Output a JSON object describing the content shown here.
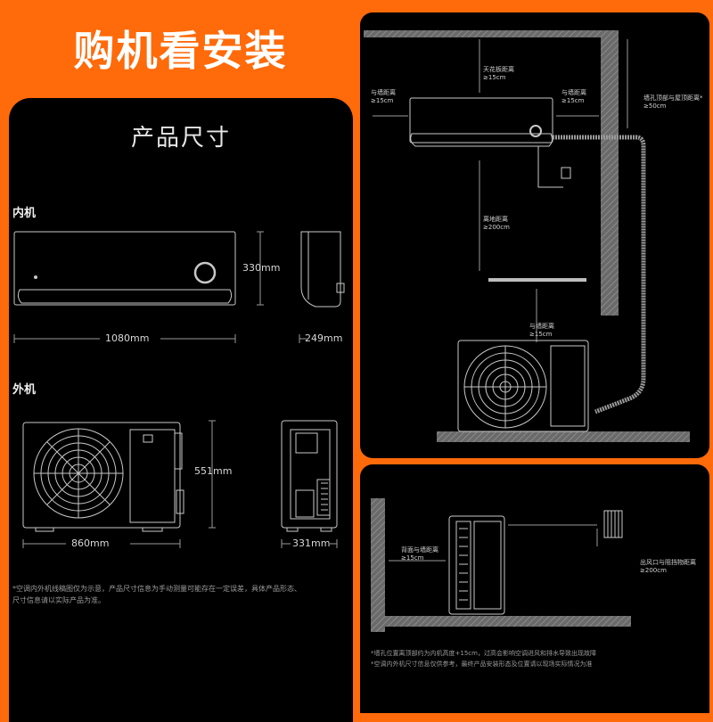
{
  "header": {
    "title": "购机看安装"
  },
  "left": {
    "title": "产品尺寸",
    "indoor_label": "内机",
    "outdoor_label": "外机",
    "dims": {
      "indoor_height": "330mm",
      "indoor_width": "1080mm",
      "indoor_depth": "249mm",
      "outdoor_height": "551mm",
      "outdoor_width": "860mm",
      "outdoor_depth": "331mm"
    },
    "note_lines": [
      "*空调内外机线稿图仅为示意，产品尺寸信息为手动测量可能存在一定误差，具体产品形态、",
      "尺寸信息请以实际产品为准。"
    ]
  },
  "right_top": {
    "ceiling_label": [
      "天花板距离",
      "≥15cm"
    ],
    "left_wall_label": [
      "与墙距离",
      "≥15cm"
    ],
    "right_wall_label": [
      "与墙距离",
      "≥15cm"
    ],
    "hole_label": [
      "墙孔顶部与屋顶距离*",
      "≥50cm"
    ],
    "floor_label": [
      "离地距离",
      "≥200cm"
    ],
    "outdoor_wall_label": [
      "与墙距离",
      "≥15cm"
    ]
  },
  "right_bottom": {
    "back_label": [
      "背面与墙距离",
      "≥15cm"
    ],
    "outlet_label": [
      "出风口与阻挡物距离",
      "≥200cm"
    ],
    "note_lines": [
      "*墙孔位置离顶部约为内机高度+15cm，过高会影响空调进风和排水导致出现故障",
      "*空调内外机尺寸信息仅供参考，最终产品安装形态及位置请以现场实际情况为准"
    ]
  }
}
